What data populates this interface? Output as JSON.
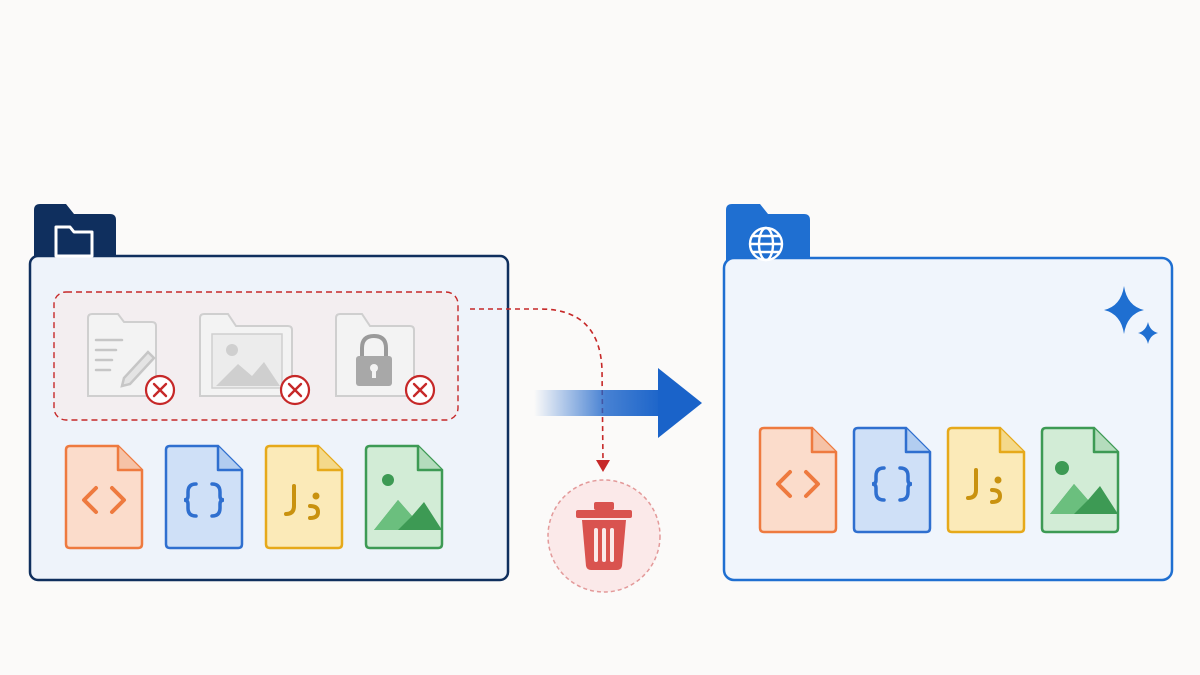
{
  "colors": {
    "background": "#fbfaf9",
    "source_folder": "#0f2f5e",
    "target_folder": "#1f6fd1",
    "panel_fill": "#eef3fa",
    "removed_grey": "#c9c9c9",
    "remove_red": "#c62828",
    "trash_red": "#d9534f",
    "arrow_blue": "#1a63c9",
    "html_orange": "#ee7a3f",
    "json_blue": "#2f6fcf",
    "js_yellow": "#e6a91a",
    "image_green": "#3d9a54"
  },
  "source_folder": {
    "icon": "folder-icon",
    "removed_files": [
      {
        "name": "removed-document-file",
        "icon": "document-edit-icon",
        "badge": "remove-x-icon"
      },
      {
        "name": "removed-image-file",
        "icon": "image-icon",
        "badge": "remove-x-icon"
      },
      {
        "name": "removed-locked-file",
        "icon": "lock-icon",
        "badge": "remove-x-icon"
      }
    ],
    "kept_files": [
      {
        "name": "html-file",
        "icon": "code-brackets-icon",
        "color": "#ee7a3f"
      },
      {
        "name": "json-file",
        "icon": "curly-braces-icon",
        "color": "#2f6fcf"
      },
      {
        "name": "js-file",
        "icon": "js-icon",
        "color": "#e6a91a"
      },
      {
        "name": "image-file",
        "icon": "landscape-icon",
        "color": "#3d9a54"
      }
    ]
  },
  "flow": {
    "move_arrow": "arrow-right-icon",
    "discard_target": "trash-icon"
  },
  "target_folder": {
    "icon": "globe-icon",
    "sparkle": "sparkle-icon",
    "files": [
      {
        "name": "html-file",
        "icon": "code-brackets-icon",
        "color": "#ee7a3f"
      },
      {
        "name": "json-file",
        "icon": "curly-braces-icon",
        "color": "#2f6fcf"
      },
      {
        "name": "js-file",
        "icon": "js-icon",
        "color": "#e6a91a"
      },
      {
        "name": "image-file",
        "icon": "landscape-icon",
        "color": "#3d9a54"
      }
    ]
  }
}
